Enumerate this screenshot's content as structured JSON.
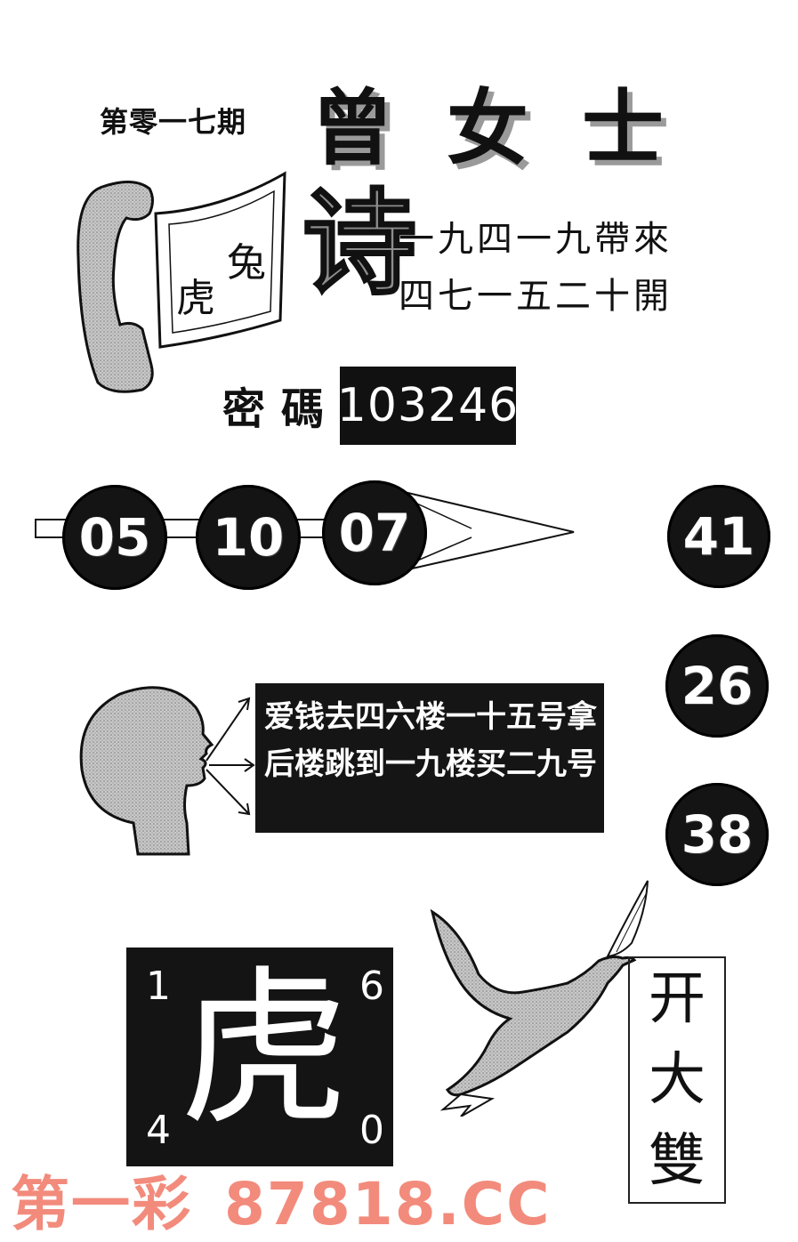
{
  "header": {
    "issue": "第零一七期",
    "title": "曾女士"
  },
  "card": {
    "char_top": "兔",
    "char_bottom": "虎"
  },
  "poem": {
    "big_char": "诗",
    "line1": "一九四一九帶來",
    "line2": "四七一五二十開"
  },
  "password": {
    "label": "密碼",
    "value": "103246"
  },
  "balls_row": [
    "05",
    "10",
    "07"
  ],
  "balls_col": [
    "41",
    "26",
    "38"
  ],
  "speech": {
    "line1": "爱钱去四六楼一十五号拿",
    "line2": "后楼跳到一九楼买二九号"
  },
  "tiger_box": {
    "char": "虎",
    "top_left": "1",
    "top_right": "6",
    "bottom_left": "4",
    "bottom_right": "0"
  },
  "kai": [
    "开",
    "大",
    "雙"
  ],
  "footer": {
    "brand": "第一彩",
    "site": "87818.CC"
  },
  "colors": {
    "footer": "#f28b7c",
    "dark": "#141414",
    "gray": "#9a9a9a"
  }
}
